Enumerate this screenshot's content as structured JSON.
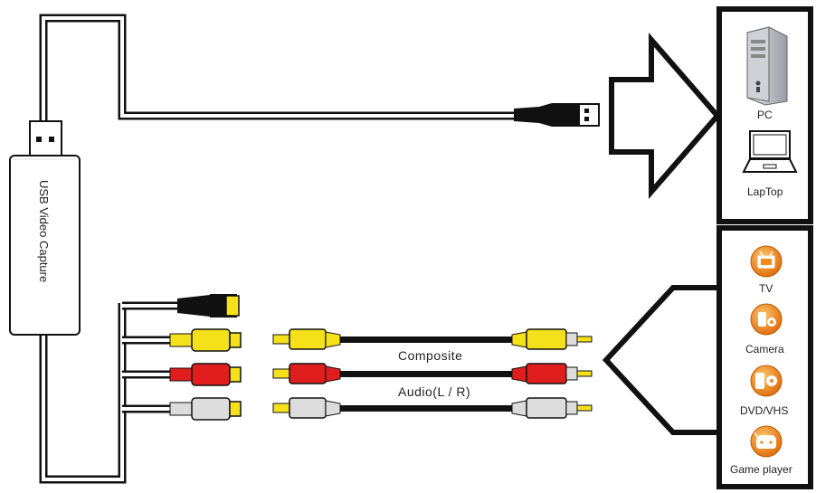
{
  "device": {
    "label": "USB Video Capture"
  },
  "outputs": {
    "pc": "PC",
    "laptop": "LapTop"
  },
  "cables": {
    "composite": "Composite",
    "audio": "Audio(L / R)"
  },
  "sources": {
    "tv": "TV",
    "camera": "Camera",
    "dvd": "DVD/VHS",
    "game": "Game player"
  },
  "colors": {
    "yellow": "#f5e11a",
    "red": "#e01e1e",
    "white": "#dcdcdc",
    "orange": "#f08a1c",
    "black": "#111111"
  }
}
